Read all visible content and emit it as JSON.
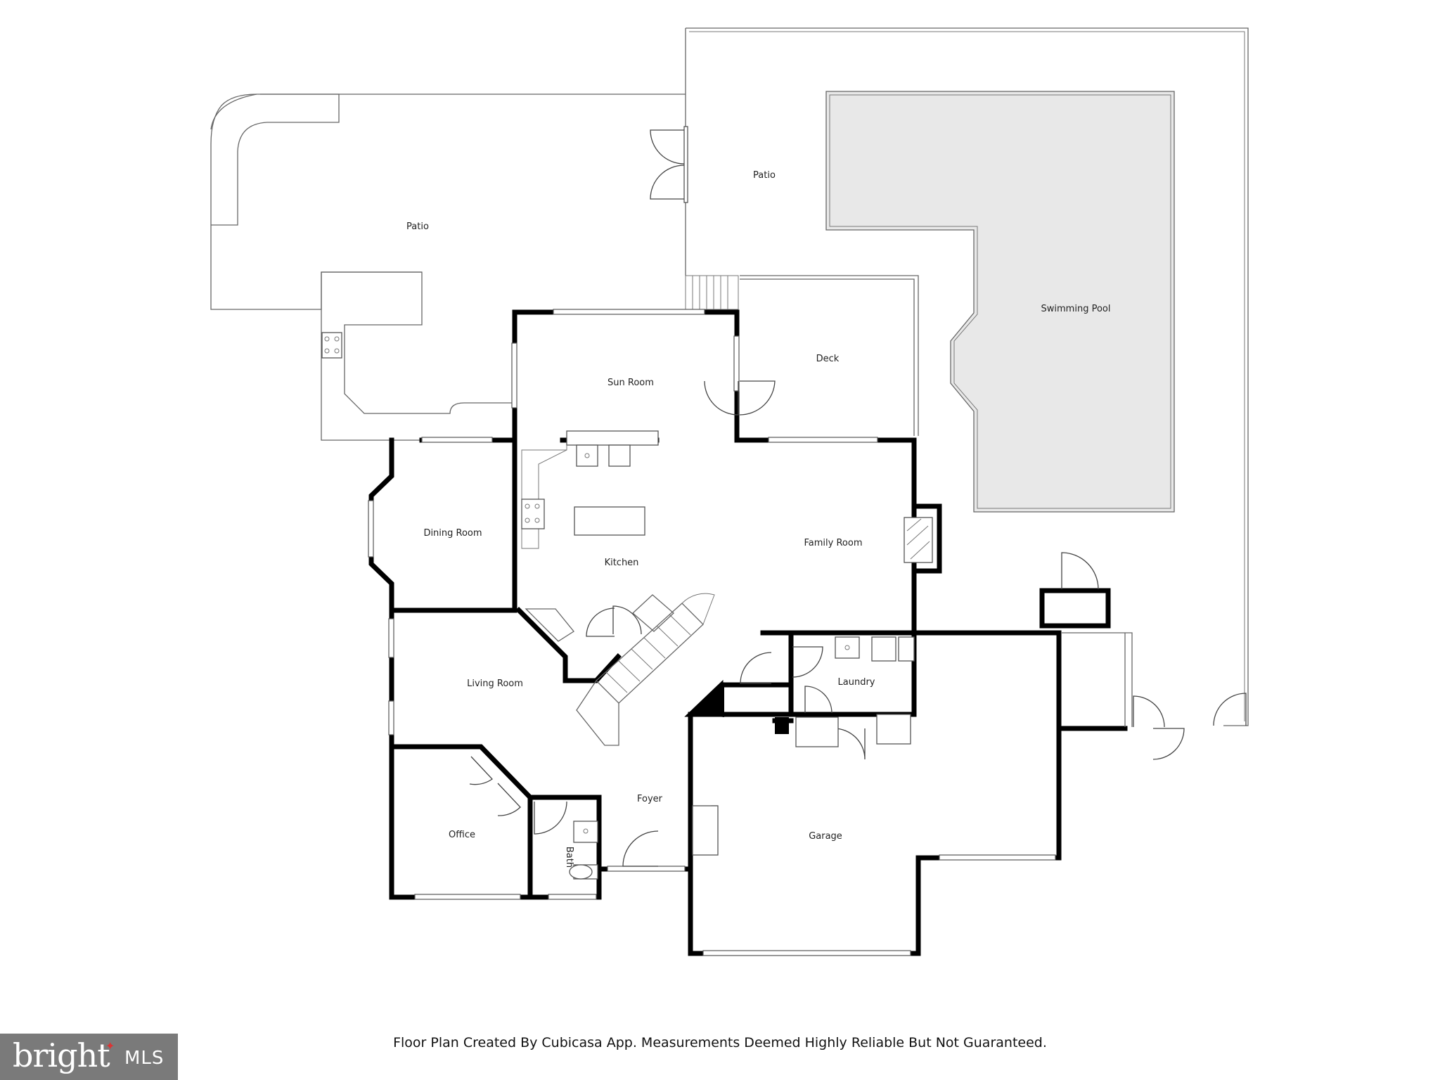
{
  "rooms": {
    "patio_west": "Patio",
    "patio_east": "Patio",
    "swimming_pool": "Swimming Pool",
    "sun_room": "Sun Room",
    "deck": "Deck",
    "dining_room": "Dining Room",
    "kitchen": "Kitchen",
    "family_room": "Family Room",
    "laundry": "Laundry",
    "living_room": "Living Room",
    "foyer": "Foyer",
    "office": "Office",
    "bath": "Bath",
    "garage": "Garage"
  },
  "footer_text": "Floor Plan Created By Cubicasa App. Measurements Deemed Highly Reliable But Not Guaranteed.",
  "logo": {
    "name": "bright",
    "suffix": "MLS",
    "background": "#7a7a7a",
    "star_color": "#dd3333"
  },
  "colors": {
    "wall": "#000000",
    "pool_fill": "#e8e8e8",
    "outline": "#666666"
  }
}
